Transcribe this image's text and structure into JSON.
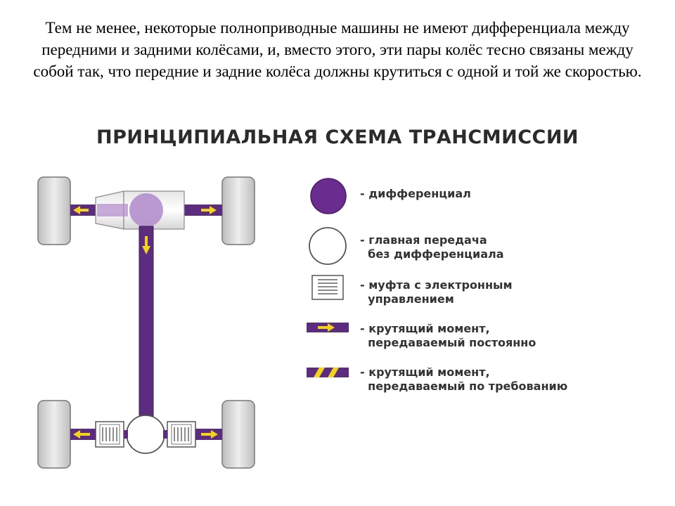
{
  "intro_text": "Тем не менее, некоторые полноприводные машины не имеют дифференциала между передними и задними колёсами, и, вместо этого, эти пары колёс тесно связаны между собой так, что передние и задние колёса должны крутиться с одной и той же скоростью.",
  "diagram_title": "ПРИНЦИПИАЛЬНАЯ СХЕМА ТРАНСМИССИИ",
  "legend": {
    "differential": "- дифференциал",
    "final_drive": "- главная передача\n  без дифференциала",
    "coupling": "- муфта с электронным\n  управлением",
    "torque_constant": "- крутящий момент,\n  передаваемый постоянно",
    "torque_on_demand": "- крутящий момент,\n  передаваемый по требованию"
  },
  "colors": {
    "purple": "#5c2d7e",
    "differential": "#6b2c8f",
    "arrow_yellow": "#f2d21a",
    "wheel": "#d9d9d9",
    "outline": "#555555"
  }
}
